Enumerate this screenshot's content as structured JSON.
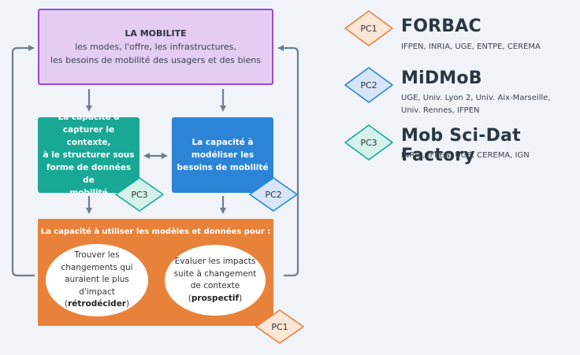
{
  "diagram": {
    "mobilite": {
      "title": "LA MOBILITE",
      "line1": "les modes, l'offre, les infrastructures,",
      "line2": "les besoins de mobilité des usagers  et des biens"
    },
    "capture": {
      "lines": [
        "La capacité à",
        "capturer le contexte,",
        "à le structurer sous",
        "forme de données de",
        "mobilité"
      ],
      "badge": "PC3"
    },
    "modelise": {
      "lines": [
        "La capacité à",
        "modéliser les",
        "besoins de mobilité"
      ],
      "badge": "PC2"
    },
    "usage": {
      "header": "La capacité à utiliser les modèles et données pour :",
      "ellipse1": {
        "lines": [
          "Trouver les",
          "changements qui",
          "auraient le plus",
          "d'impact"
        ],
        "open": "(",
        "bold": "rétrodécider",
        "close": ")"
      },
      "ellipse2": {
        "lines": [
          "Evaluer les impacts",
          "suite à changement",
          "de contexte"
        ],
        "open": "(",
        "bold": "prospectif",
        "close": ")"
      },
      "badge": "PC1"
    }
  },
  "legend": [
    {
      "badge": "PC1",
      "title": "FORBAC",
      "partners_lines": [
        "IFPEN, INRIA, UGE, ENTPE, CEREMA"
      ],
      "color": "#e8823a",
      "fill": "#fbe6d8"
    },
    {
      "badge": "PC2",
      "title": "MiDMoB",
      "partners_lines": [
        "UGE, Univ. Lyon 2, Univ. Aix-Marseille,",
        "Univ. Rennes, IFPEN"
      ],
      "color": "#2c84d6",
      "fill": "#d6e6f8"
    },
    {
      "badge": "PC3",
      "title": "Mob Sci-Dat Factory",
      "partners_lines": [
        "INRIA, IFPEN, UGE, CEREMA, IGN"
      ],
      "color": "#19a896",
      "fill": "#d4f1ec"
    }
  ],
  "colors": {
    "connector": "#6f7f8e",
    "background": "#f0f3f7"
  }
}
